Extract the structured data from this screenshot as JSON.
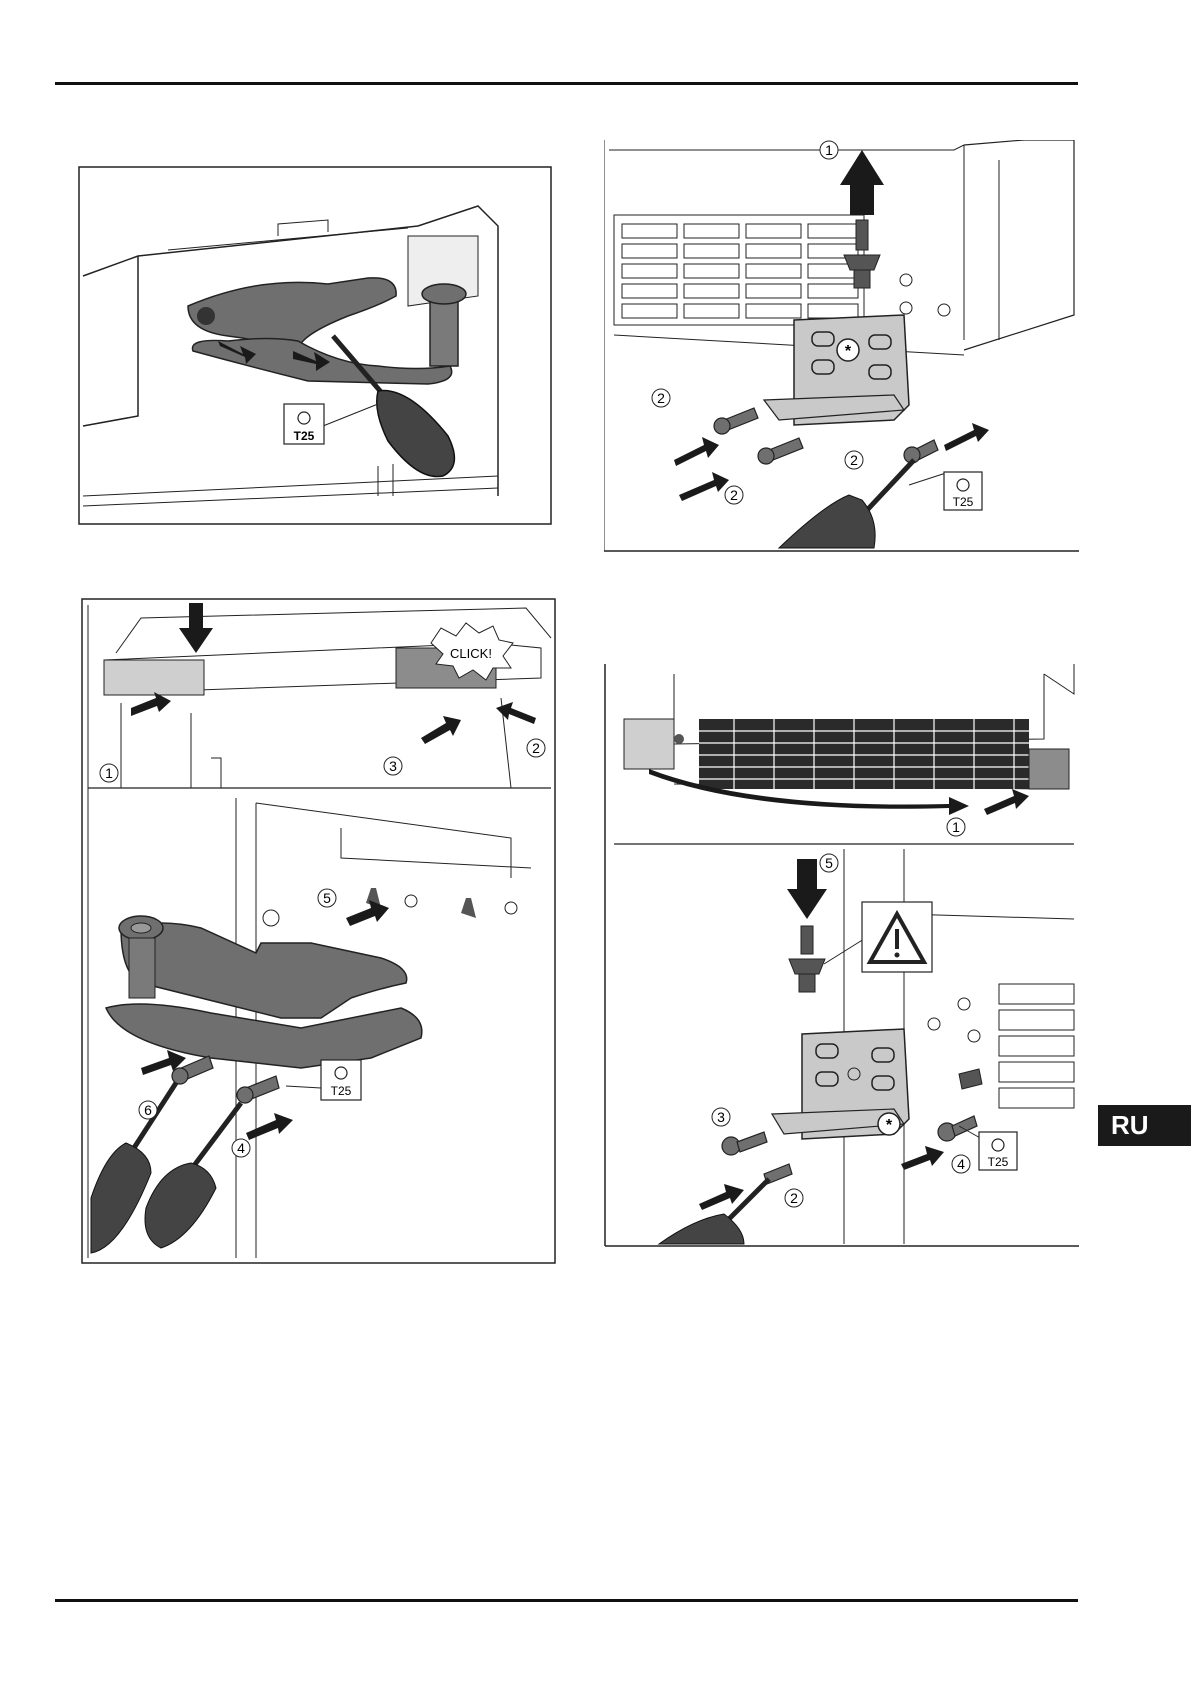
{
  "page": {
    "language_tab": "RU"
  },
  "figures": {
    "fig1": {
      "tool_label": "T25"
    },
    "fig2": {
      "step_1": "1",
      "step_2": "2",
      "tool_label": "T25"
    },
    "fig3": {
      "click_label": "CLICK!",
      "step_1": "1",
      "step_2": "2",
      "step_3": "3",
      "step_4": "4",
      "step_5": "5",
      "step_6": "6",
      "tool_label": "T25"
    },
    "fig4": {
      "step_1": "1",
      "step_2": "2",
      "step_3": "3",
      "step_4": "4",
      "step_5": "5",
      "tool_label": "T25"
    }
  },
  "colors": {
    "ink": "#1a1a1a",
    "hinge": "#6f6f6f",
    "plate": "#c9c9c9",
    "cover_light": "#cfcfcf",
    "cover_dark": "#8c8c8c"
  }
}
